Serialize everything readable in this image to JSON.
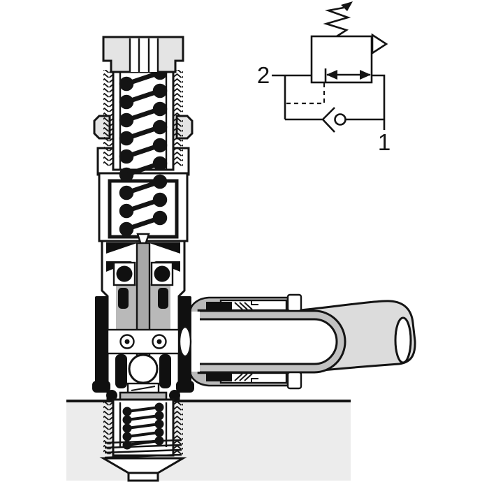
{
  "diagram": {
    "subject": "Cross-section of a pneumatic pressure regulator mounted in a manifold block, with push-in tube fitting and ISO pneumatic schematic symbol",
    "schematic": {
      "port_top_label": "2",
      "port_bottom_label": "1"
    },
    "colors": {
      "outline": "#141414",
      "metal-light": "#e4e4e4",
      "metal-mid": "#b9b9b9",
      "stem-gray": "#a8a8a8",
      "tube-gray": "#dcdcdc",
      "tube-wall-gray": "#c2c2c2",
      "block-gray": "#ececec",
      "seal-black": "#101010",
      "paper": "#ffffff"
    }
  }
}
